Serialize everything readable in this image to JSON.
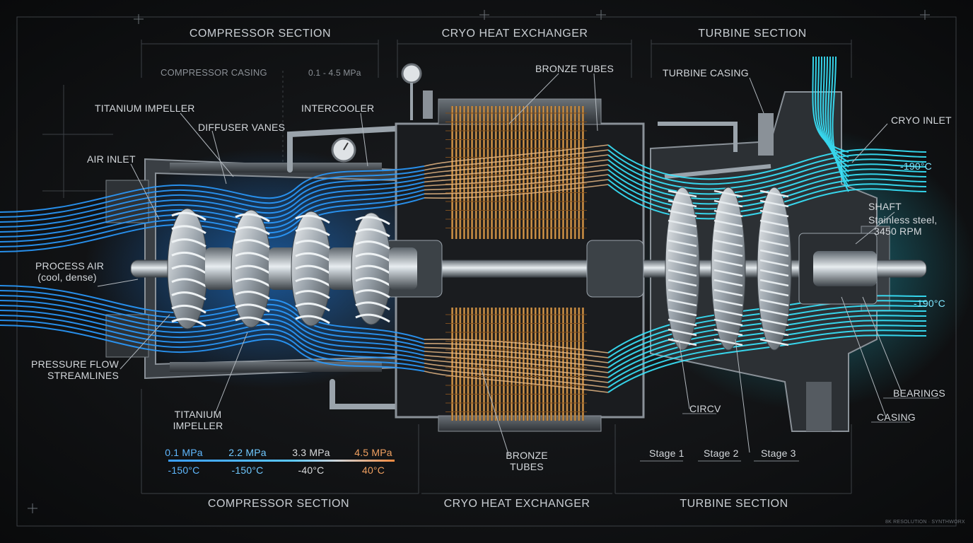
{
  "headers": {
    "compressor_top": "COMPRESSOR SECTION",
    "exchanger_top": "CRYO HEAT EXCHANGER",
    "turbine_top": "TURBINE SECTION",
    "compressor_bottom": "COMPRESSOR SECTION",
    "exchanger_bottom": "CRYO HEAT EXCHANGER",
    "turbine_bottom": "TURBINE SECTION"
  },
  "labels": {
    "compressor_casing": "COMPRESSOR CASING",
    "pressure_range": "0.1 - 4.5 MPa",
    "titanium_impeller_top": "TITANIUM IMPELLER",
    "diffuser_vanes": "DIFFUSER VANES",
    "intercooler": "INTERCOOLER",
    "air_inlet": "AIR INLET",
    "process_air_1": "PROCESS AIR",
    "process_air_2": "(cool, dense)",
    "pressure_flow_1": "PRESSURE FLOW",
    "pressure_flow_2": "STREAMLINES",
    "titanium_impeller_bottom_1": "TITANIUM",
    "titanium_impeller_bottom_2": "IMPELLER",
    "bronze_tubes_top": "BRONZE TUBES",
    "bronze_tubes_bottom_1": "BRONZE",
    "bronze_tubes_bottom_2": "TUBES",
    "turbine_casing": "TURBINE CASING",
    "cryo_inlet": "CRYO INLET",
    "temp_inlet": "-190°C",
    "shaft": "SHAFT",
    "shaft_spec_1": "Stainless steel,",
    "shaft_spec_2": "3450 RPM",
    "temp_outlet": "-190°C",
    "bearings": "BEARINGS",
    "casing": "CASING",
    "circv": "CIRCV",
    "stage_1": "Stage 1",
    "stage_2": "Stage 2",
    "stage_3": "Stage 3",
    "watermark": "8K RESOLUTION · SYNTHWORX"
  },
  "legend": [
    {
      "pressure": "0.1 MPa",
      "temperature": "-150°C",
      "color": "#5fb8ff"
    },
    {
      "pressure": "2.2 MPa",
      "temperature": "-150°C",
      "color": "#6fc8ff"
    },
    {
      "pressure": "3.3 MPa",
      "temperature": "-40°C",
      "color": "#d8dadc"
    },
    {
      "pressure": "4.5 MPa",
      "temperature": "40°C",
      "color": "#f0a060"
    }
  ],
  "colors": {
    "compressor_flow": "#1e8bff",
    "turbine_flow": "#27e3ff",
    "bronze": "#c98a3e",
    "steel": "#9aa3ab",
    "background": "#0c0d0f"
  }
}
